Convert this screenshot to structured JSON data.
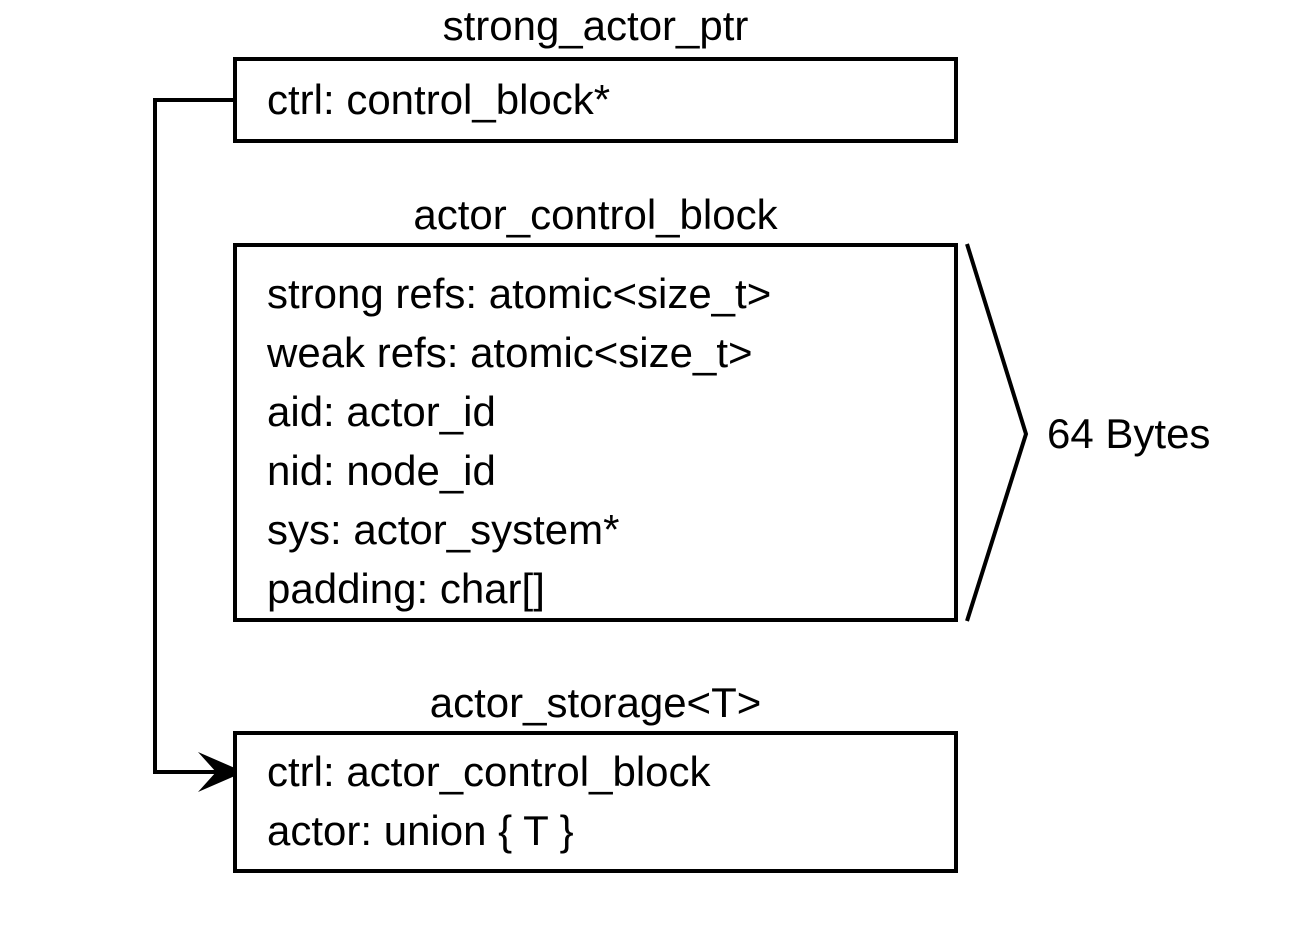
{
  "canvas": {
    "background": "#ffffff",
    "ink": "#000000"
  },
  "nodes": [
    {
      "title": "strong_actor_ptr",
      "fields": [
        "ctrl: control_block*"
      ]
    },
    {
      "title": "actor_control_block",
      "fields": [
        "strong refs: atomic<size_t>",
        "weak refs: atomic<size_t>",
        "aid: actor_id",
        "nid: node_id",
        "sys: actor_system*",
        "padding: char[]"
      ]
    },
    {
      "title": "actor_storage<T>",
      "fields": [
        "ctrl: actor_control_block",
        "actor: union { T }"
      ]
    }
  ],
  "annotation": {
    "size_label": "64 Bytes"
  }
}
